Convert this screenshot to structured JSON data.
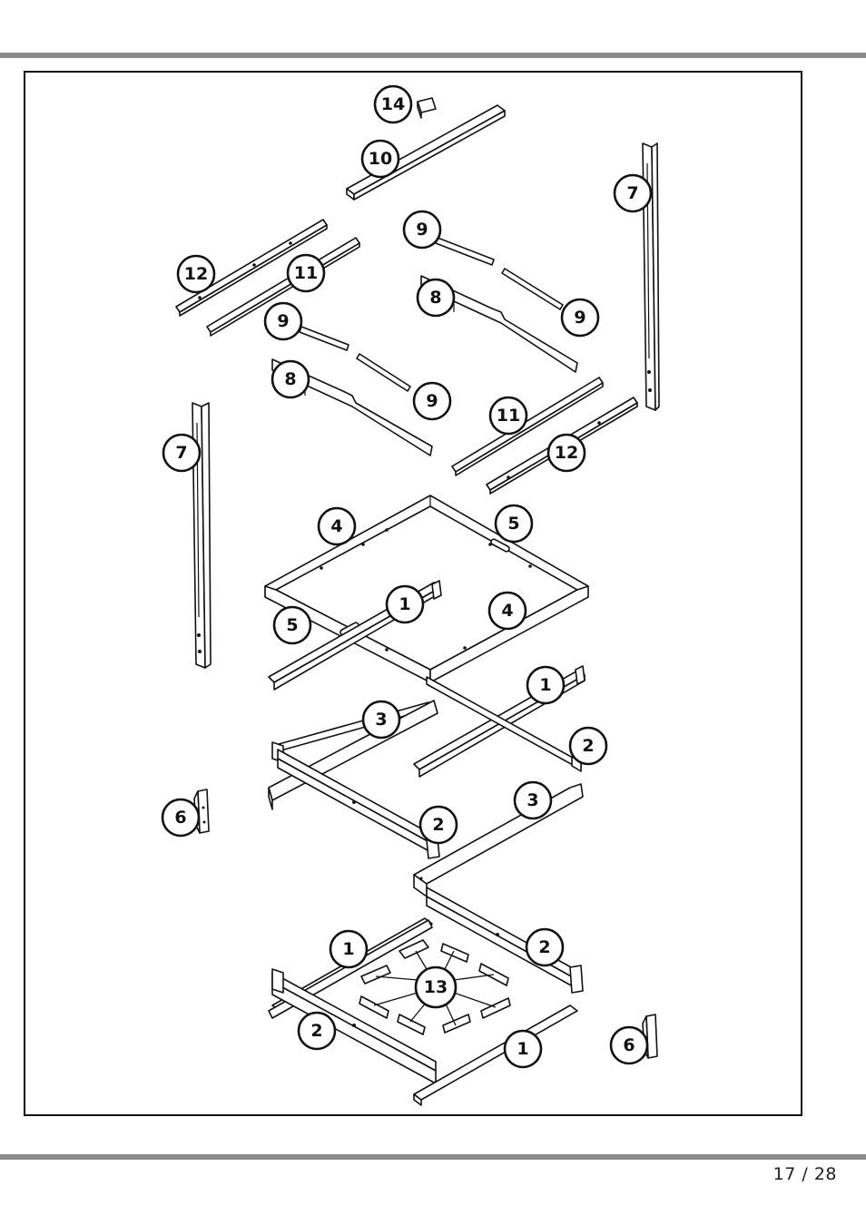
{
  "page": {
    "number_text": "17 / 28"
  },
  "callouts": [
    {
      "id": "c14a",
      "label": "14"
    },
    {
      "id": "c10a",
      "label": "10"
    },
    {
      "id": "c7a",
      "label": "7"
    },
    {
      "id": "c9a",
      "label": "9"
    },
    {
      "id": "c12a",
      "label": "12"
    },
    {
      "id": "c11a",
      "label": "11"
    },
    {
      "id": "c8a",
      "label": "8"
    },
    {
      "id": "c9b",
      "label": "9"
    },
    {
      "id": "c9c",
      "label": "9"
    },
    {
      "id": "c8b",
      "label": "8"
    },
    {
      "id": "c9d",
      "label": "9"
    },
    {
      "id": "c7b",
      "label": "7"
    },
    {
      "id": "c11b",
      "label": "11"
    },
    {
      "id": "c12b",
      "label": "12"
    },
    {
      "id": "c4a",
      "label": "4"
    },
    {
      "id": "c5a",
      "label": "5"
    },
    {
      "id": "c1a",
      "label": "1"
    },
    {
      "id": "c4b",
      "label": "4"
    },
    {
      "id": "c5b",
      "label": "5"
    },
    {
      "id": "c1b",
      "label": "1"
    },
    {
      "id": "c3a",
      "label": "3"
    },
    {
      "id": "c2a",
      "label": "2"
    },
    {
      "id": "c6a",
      "label": "6"
    },
    {
      "id": "c2b",
      "label": "2"
    },
    {
      "id": "c3b",
      "label": "3"
    },
    {
      "id": "c2c",
      "label": "2"
    },
    {
      "id": "c1c",
      "label": "1"
    },
    {
      "id": "c13",
      "label": "13"
    },
    {
      "id": "c2d",
      "label": "2"
    },
    {
      "id": "c1d",
      "label": "1"
    },
    {
      "id": "c6b",
      "label": "6"
    }
  ]
}
